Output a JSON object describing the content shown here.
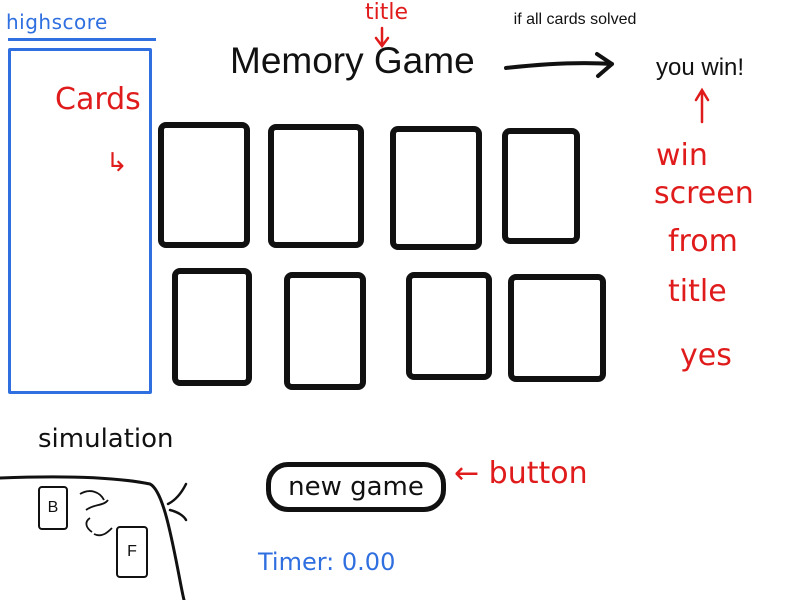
{
  "highscore": {
    "label": "highscore"
  },
  "title": {
    "text": "Memory Game",
    "note": "title"
  },
  "win": {
    "condition": "if all cards solved",
    "message": "you win!"
  },
  "notes": {
    "cards": "Cards",
    "cards_arrow": "↳",
    "win_screen": [
      "win",
      "screen",
      "from",
      "title",
      "yes"
    ],
    "button": "← button"
  },
  "simulation": {
    "label": "simulation",
    "cards": [
      "B",
      "F"
    ]
  },
  "button": {
    "new_game": "new game"
  },
  "timer": {
    "text": "Timer: 0.00"
  },
  "colors": {
    "blue": "#2f6fe0",
    "red": "#e01b1b",
    "ink": "#111111"
  }
}
